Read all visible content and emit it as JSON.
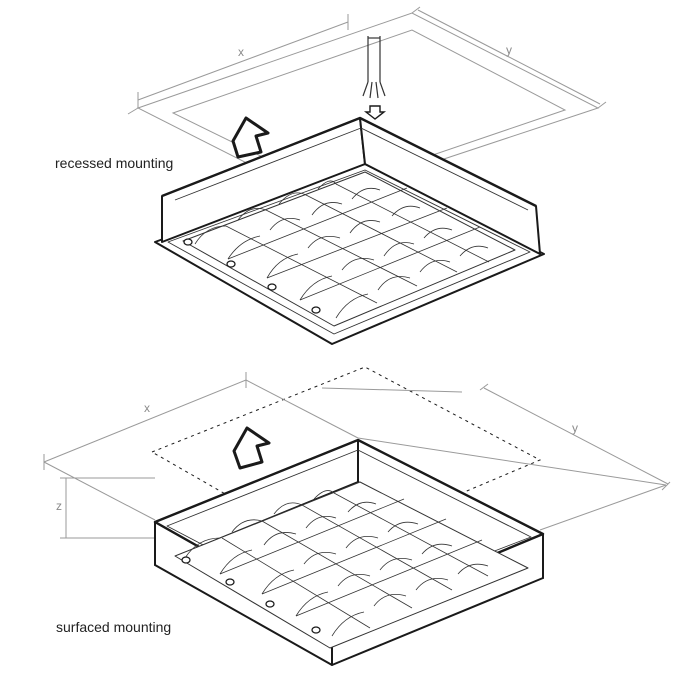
{
  "labels": {
    "recessed": "recessed mounting",
    "surfaced": "surfaced mounting"
  },
  "dimensions": {
    "x": "x",
    "y": "y",
    "z": "z"
  },
  "colors": {
    "outline": "#1a1a1a",
    "thin_line": "#333333",
    "dimension_line": "#9a9a9a",
    "background": "#ffffff"
  },
  "icons": {
    "up_arrow": "up-arrow-icon",
    "down_arrow": "down-arrow-icon",
    "cable": "cable-icon",
    "screw": "screw-icon"
  }
}
